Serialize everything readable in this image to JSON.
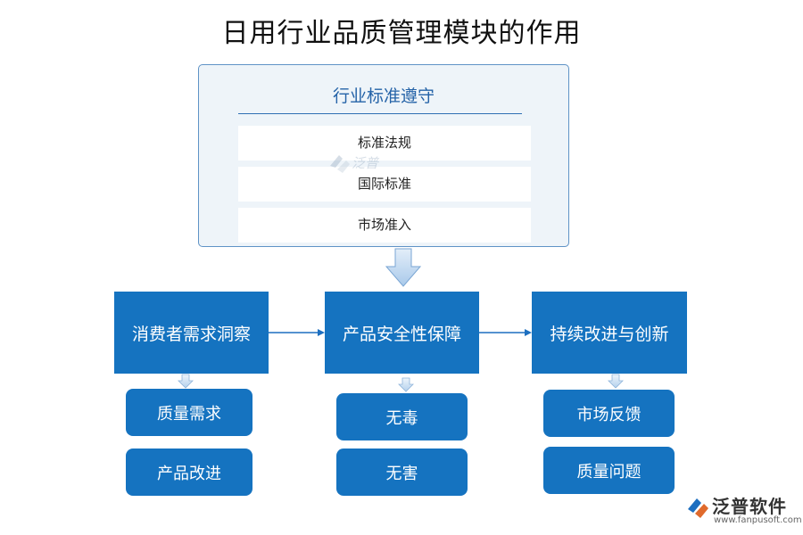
{
  "title": "日用行业品质管理模块的作用",
  "top_panel": {
    "heading": "行业标准遵守",
    "items": [
      "标准法规",
      "国际标准",
      "市场准入"
    ]
  },
  "columns": [
    {
      "label": "消费者需求洞察",
      "subs": [
        "质量需求",
        "产品改进"
      ]
    },
    {
      "label": "产品安全性保障",
      "subs": [
        "无毒",
        "无害"
      ]
    },
    {
      "label": "持续改进与创新",
      "subs": [
        "市场反馈",
        "质量问题"
      ]
    }
  ],
  "logo": {
    "name": "泛普软件",
    "url": "www.fanpusoft.com"
  },
  "watermark": {
    "text": "泛普"
  },
  "colors": {
    "box_fill": "#1573c0",
    "panel_fill": "#eef4f9",
    "panel_border": "#5f93c6",
    "heading": "#2563a8",
    "arrow": "#1d6fc0",
    "logo_accent": "#e06a2c"
  }
}
